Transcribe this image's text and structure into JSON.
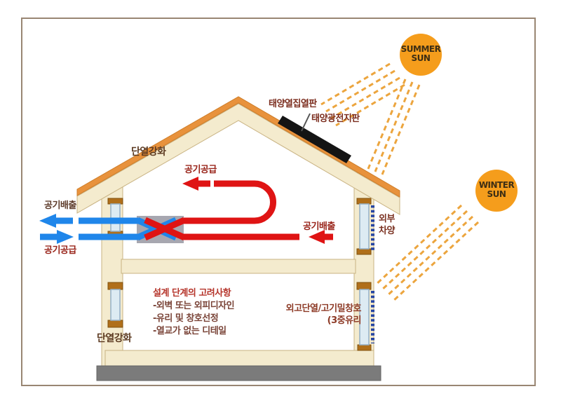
{
  "diagram_title": "passive-house-energy-design-cross-section",
  "suns": {
    "summer": {
      "line1": "SUMMER",
      "line2": "SUN"
    },
    "winter": {
      "line1": "WINTER",
      "line2": "SUN"
    }
  },
  "labels": {
    "solar_thermal_panel": "태양열집열판",
    "solar_pv_panel": "태양광전지판",
    "insulation_reinforce_top": "단열강화",
    "air_supply_attic": "공기공급",
    "air_exhaust_left": "공기배출",
    "air_supply_left": "공기공급",
    "air_exhaust_right": "공기배출",
    "external_shading_line1": "외부",
    "external_shading_line2": "차양",
    "window_spec_line1": "외고단열/고기밀창호",
    "window_spec_line2": "(3중유리",
    "insulation_reinforce_bottom": "단열강화"
  },
  "design_notes": {
    "title": "설계 단계의 고려사항",
    "items": [
      "-외벽 또는 외피디자인",
      "-유리 및 창호선정",
      "-열교가 없는 디테일"
    ]
  },
  "colors": {
    "sun_fill": "#F59D1C",
    "sun_ray": "#ECA53E",
    "roof_orange": "#E8923C",
    "wall_cream": "#F4EBCE",
    "wall_edge": "#C9B383",
    "window_frame_brown": "#B06F1A",
    "window_glass": "#DDEBF3",
    "external_shade_blue": "#2545A3",
    "duct_warm_red": "#DF1414",
    "duct_cold_blue": "#1F86EA",
    "heat_exchanger_gray": "#A7A7B0",
    "foundation_gray": "#7B7B7B",
    "frame_border": "#998673"
  }
}
